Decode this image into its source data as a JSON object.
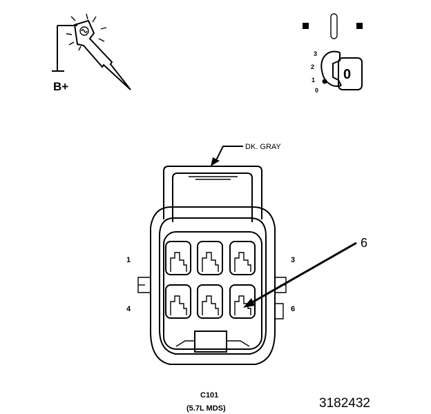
{
  "probe_symbol": {
    "supply_label": "B+",
    "icon": "test-probe-icon"
  },
  "ignition_switch": {
    "icon": "ignition-key-icon",
    "positions": [
      "3",
      "2",
      "1",
      "0"
    ],
    "key_label": "0"
  },
  "connector": {
    "housing_color_label": "DK. GRAY",
    "pin_labels": {
      "pin_1": "1",
      "pin_3": "3",
      "pin_4": "4",
      "pin_6": "6"
    },
    "callout_label": "6",
    "connector_id": "C101",
    "connector_note": "(5.7L MDS)"
  },
  "figure_number": "3182432"
}
